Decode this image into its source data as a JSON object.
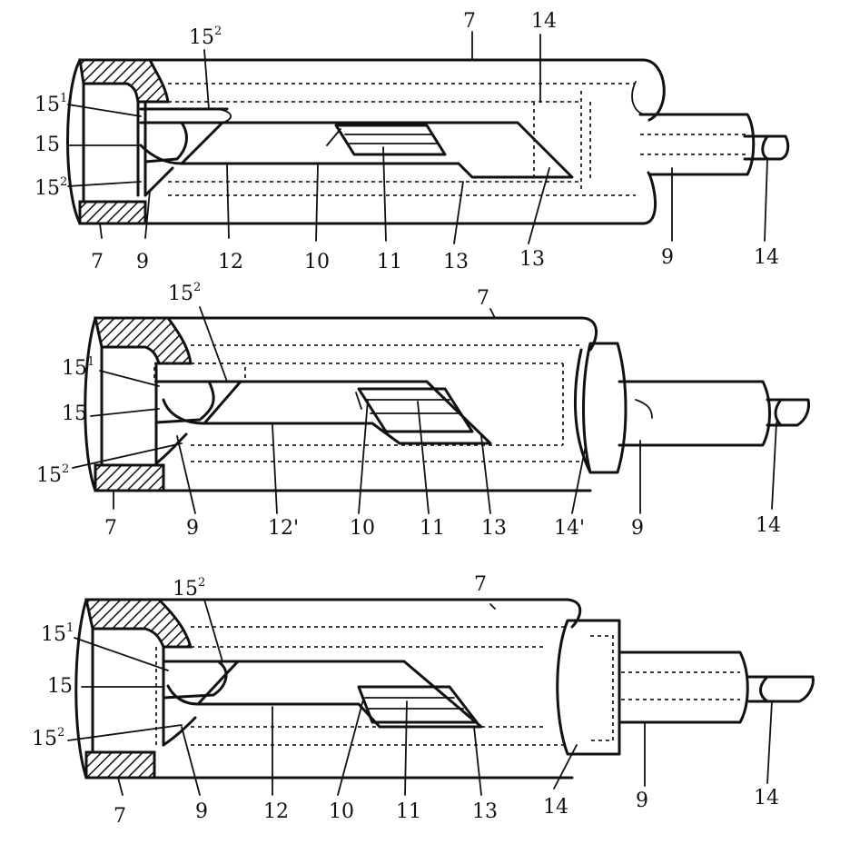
{
  "figure1": {
    "labels": {
      "top_7": "7",
      "top_14": "14",
      "top_15_2": "15",
      "top_15_2_sup": "2",
      "left_15_1": "15",
      "left_15_1_sup": "1",
      "left_15": "15",
      "left_15_2": "15",
      "left_15_2_sup": "2",
      "bottom_7": "7",
      "bottom_9a": "9",
      "bottom_12": "12",
      "bottom_10": "10",
      "bottom_11": "11",
      "bottom_13a": "13",
      "bottom_13b": "13",
      "bottom_9b": "9",
      "bottom_14": "14"
    }
  },
  "figure2": {
    "labels": {
      "top_15_2": "15",
      "top_15_2_sup": "2",
      "top_7": "7",
      "left_15_1": "15",
      "left_15_1_sup": "1",
      "left_15": "15",
      "left_15_2": "15",
      "left_15_2_sup": "2",
      "bottom_7": "7",
      "bottom_9a": "9",
      "bottom_12": "12'",
      "bottom_10": "10",
      "bottom_11": "11",
      "bottom_13": "13",
      "bottom_14p": "14'",
      "bottom_9b": "9",
      "bottom_14": "14"
    }
  },
  "figure3": {
    "labels": {
      "top_15_2": "15",
      "top_15_2_sup": "2",
      "top_7": "7",
      "left_15_1": "15",
      "left_15_1_sup": "1",
      "left_15": "15",
      "left_15_2": "15",
      "left_15_2_sup": "2",
      "bottom_7": "7",
      "bottom_9a": "9",
      "bottom_12": "12",
      "bottom_10": "10",
      "bottom_11": "11",
      "bottom_13": "13",
      "bottom_14": "14",
      "bottom_9b": "9",
      "bottom_14b": "14"
    }
  }
}
